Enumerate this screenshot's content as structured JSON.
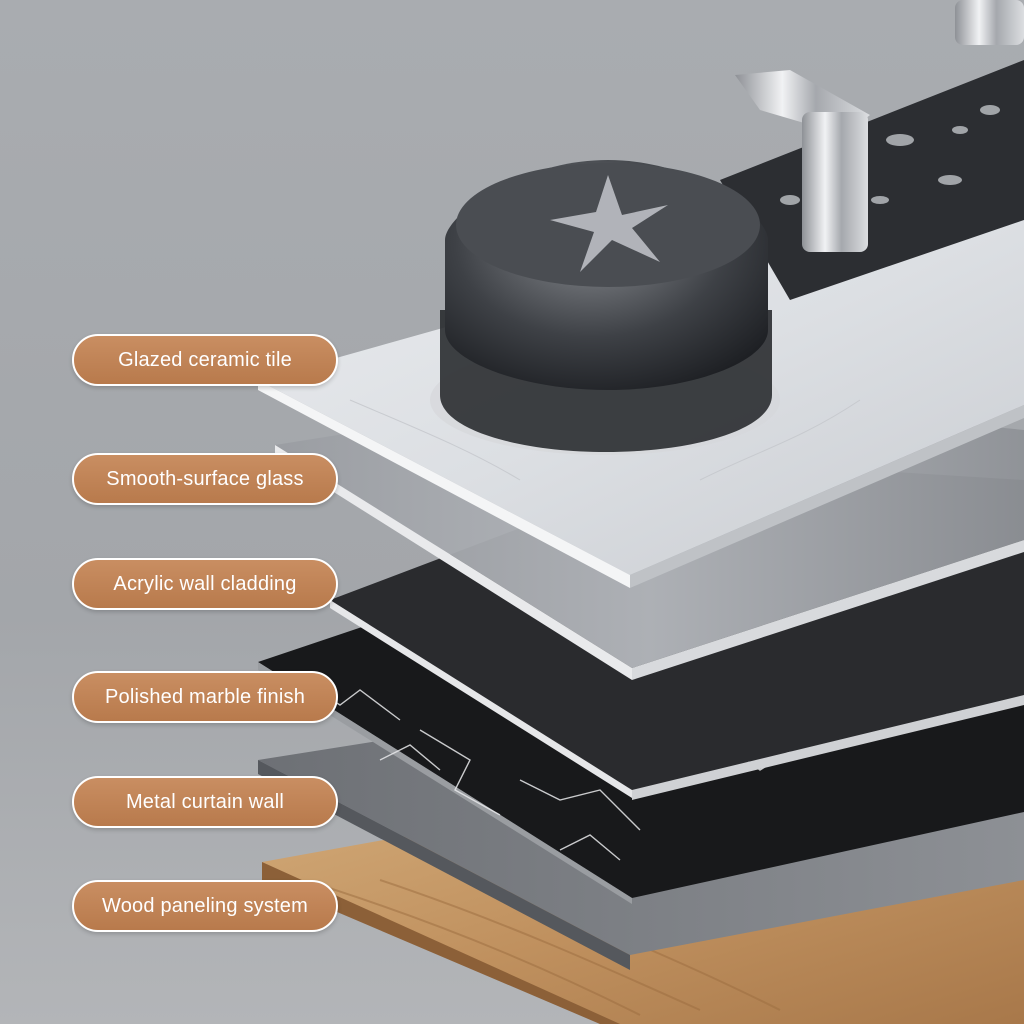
{
  "colors": {
    "background": "#a4a7ab",
    "label_fill": "#c08453",
    "label_border": "#ffffff",
    "label_text": "#ffffff"
  },
  "labels": [
    {
      "text": "Glazed ceramic tile"
    },
    {
      "text": "Smooth-surface glass"
    },
    {
      "text": "Acrylic wall cladding"
    },
    {
      "text": "Polished marble finish"
    },
    {
      "text": "Metal curtain wall"
    },
    {
      "text": "Wood paneling system"
    }
  ],
  "illustration": {
    "subject": "layered-wall-material-stack",
    "layers": [
      "wood-panel-layer",
      "metal-panel-layer",
      "black-marble-layer",
      "acrylic-layer",
      "glass-layer",
      "white-marble-tile-layer"
    ],
    "fixtures": [
      "crystal-knob-fixture",
      "chrome-hook-fixture",
      "textured-glass-strip"
    ]
  }
}
